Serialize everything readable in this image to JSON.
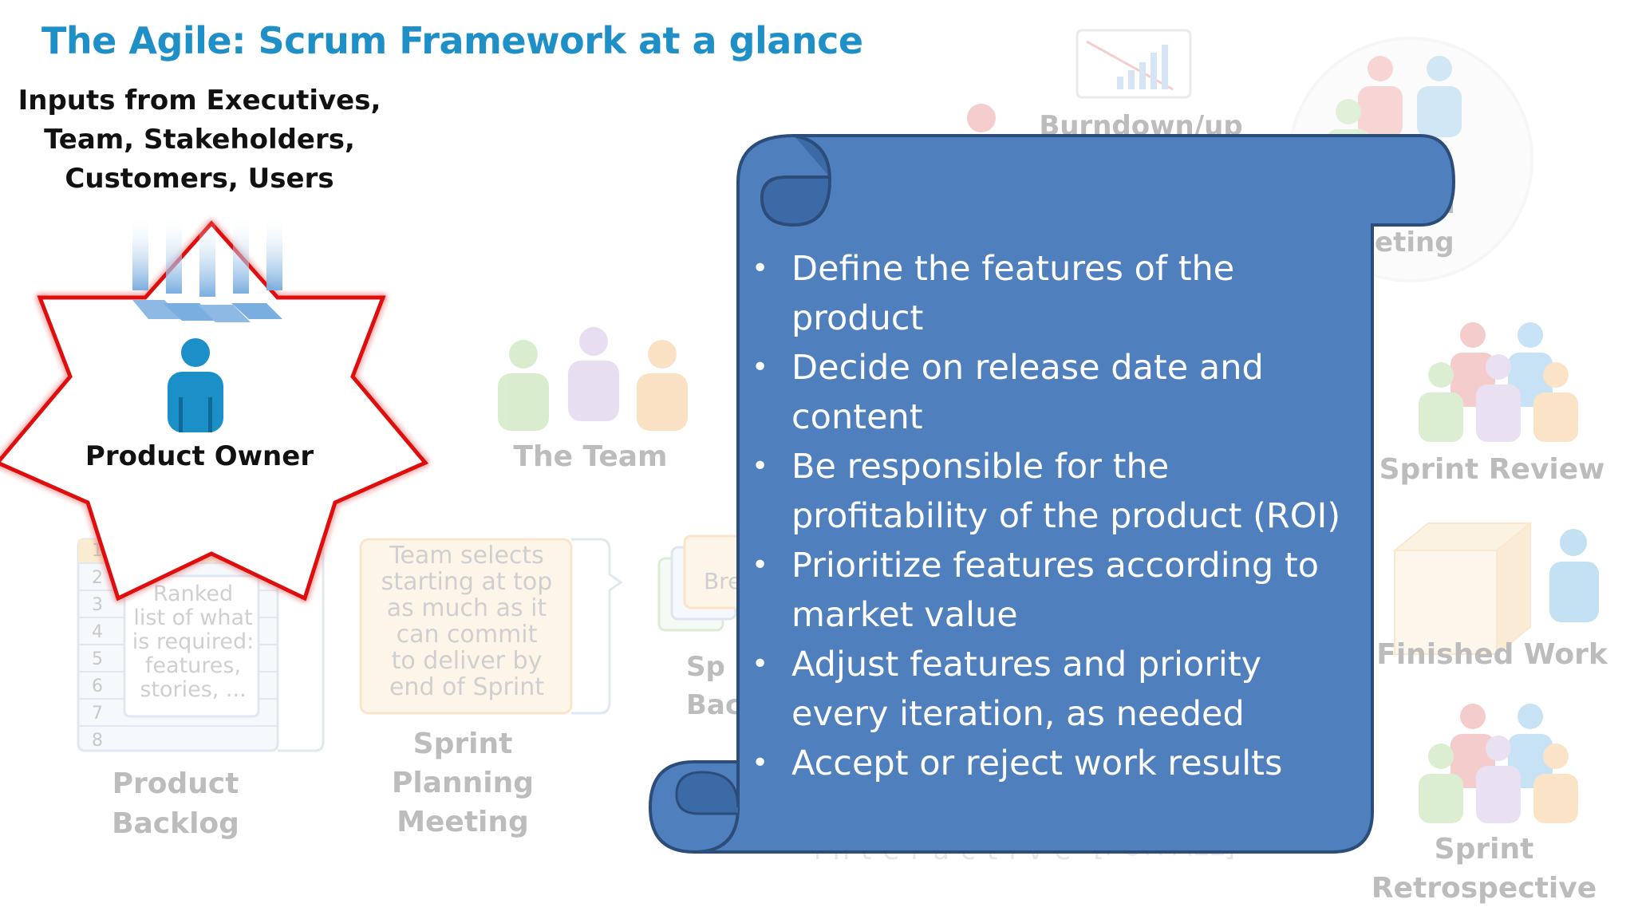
{
  "title": "The Agile: Scrum Framework at a glance",
  "inputs_lines": [
    "Inputs from Executives,",
    "Team, Stakeholders,",
    "Customers, Users"
  ],
  "product_owner": "Product Owner",
  "the_team": "The Team",
  "product_backlog": [
    "Product",
    "Backlog"
  ],
  "backlog_rows": [
    "1",
    "2",
    "3",
    "4",
    "5",
    "6",
    "7",
    "8"
  ],
  "ranked_note": [
    "Ranked",
    "list of what",
    "is required:",
    "features,",
    "stories, ..."
  ],
  "team_selects": [
    "Team selects",
    "starting at top",
    "as much as it",
    "can commit",
    "to deliver by",
    "end of Sprint"
  ],
  "sprint_planning_meeting": [
    "Sprint",
    "Planning",
    "Meeting"
  ],
  "sprint_backlog_partial": [
    "Sp",
    "Bac"
  ],
  "bre_partial": "Bre",
  "burndown_partial": "Burndown/up",
  "daily_scrum_partial": [
    "um",
    "eeting"
  ],
  "sprint_review": "Sprint Review",
  "finished_work": "Finished Work",
  "sprint_retrospective": [
    "Sprint",
    "Retrospective"
  ],
  "watermark": {
    "text": "interactive",
    "brand": "[FOR ALL]"
  },
  "scroll_bullets": [
    "Define the features of the product",
    "Decide on release date and content",
    "Be responsible for the profitability of the product (ROI)",
    "Prioritize features according to market value",
    "Adjust features and priority every iteration, as needed",
    "Accept or reject work results"
  ],
  "colors": {
    "title": "#1f8fc8",
    "scroll_fill": "#4f80bd",
    "scroll_stroke": "#2c4d7a",
    "star_stroke": "#e01010",
    "person_blue": "#1a8fc8"
  }
}
